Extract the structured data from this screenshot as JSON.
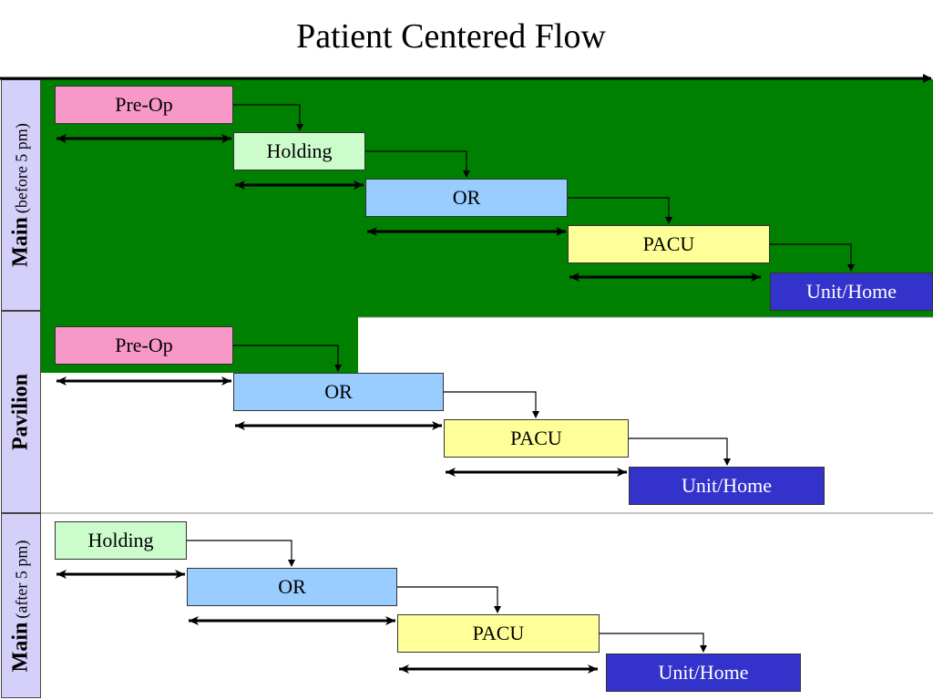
{
  "title": "Patient Centered Flow",
  "lanes": [
    {
      "label_main": "Main",
      "label_sub": "(before 5 pm)",
      "steps": [
        "Pre-Op",
        "Holding",
        "OR",
        "PACU",
        "Unit/Home"
      ]
    },
    {
      "label_main": "Pavilion",
      "label_sub": "",
      "steps": [
        "Pre-Op",
        "OR",
        "PACU",
        "Unit/Home"
      ]
    },
    {
      "label_main": "Main",
      "label_sub": "(after 5 pm)",
      "steps": [
        "Holding",
        "OR",
        "PACU",
        "Unit/Home"
      ]
    }
  ],
  "colors": {
    "lane_label_bg": "#d4d0fa",
    "green_highlight": "#008000",
    "preop": "#f898c8",
    "holding": "#ccfccc",
    "or": "#99ccff",
    "pacu": "#ffff99",
    "unit_home": "#3333cc"
  }
}
